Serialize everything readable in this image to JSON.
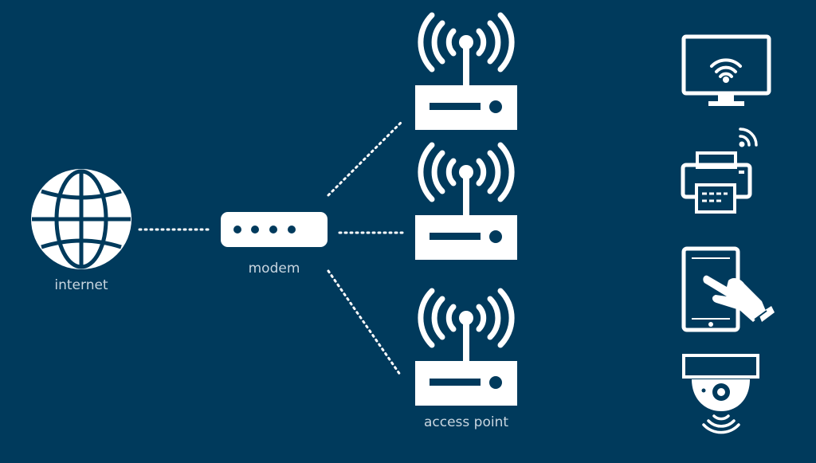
{
  "diagram": {
    "background": "#003a5c",
    "foreground": "#ffffff",
    "label_color": "#c9d6e0",
    "labels": {
      "internet": "internet",
      "modem": "modem",
      "access_point": "access point"
    },
    "nodes": [
      {
        "id": "internet",
        "icon": "globe-icon"
      },
      {
        "id": "modem",
        "icon": "modem-icon"
      },
      {
        "id": "router-top",
        "icon": "wifi-router-icon"
      },
      {
        "id": "router-middle",
        "icon": "wifi-router-icon"
      },
      {
        "id": "router-bottom",
        "icon": "wifi-router-icon"
      },
      {
        "id": "smart-tv",
        "icon": "smart-tv-wifi-icon"
      },
      {
        "id": "printer",
        "icon": "wireless-printer-icon"
      },
      {
        "id": "tablet",
        "icon": "tablet-touch-icon"
      },
      {
        "id": "camera",
        "icon": "security-camera-icon"
      }
    ],
    "links": [
      {
        "from": "internet",
        "to": "modem",
        "style": "dotted"
      },
      {
        "from": "modem",
        "to": "router-top",
        "style": "dotted"
      },
      {
        "from": "modem",
        "to": "router-middle",
        "style": "dotted"
      },
      {
        "from": "modem",
        "to": "router-bottom",
        "style": "dotted"
      }
    ]
  }
}
